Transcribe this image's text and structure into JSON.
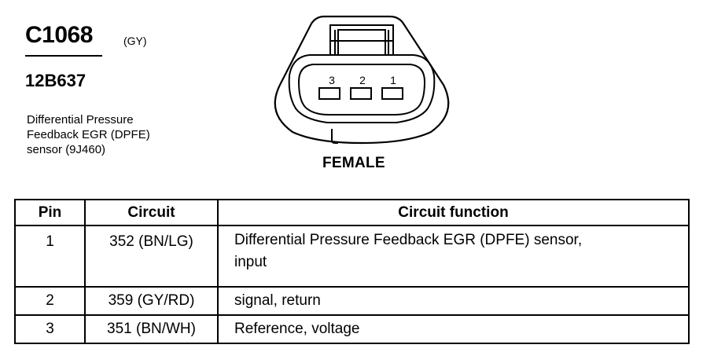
{
  "header": {
    "connector_id": "C1068",
    "connector_color": "(GY)",
    "part_number": "12B637",
    "description_lines": [
      "Differential Pressure",
      "Feedback EGR (DPFE)",
      "sensor (9J460)"
    ]
  },
  "diagram": {
    "pin_labels": [
      "3",
      "2",
      "1"
    ],
    "gender_label": "FEMALE"
  },
  "table": {
    "headers": {
      "pin": "Pin",
      "circuit": "Circuit",
      "function": "Circuit function"
    },
    "rows": [
      {
        "pin": "1",
        "circuit": "352 (BN/LG)",
        "function_lines": [
          "Differential Pressure Feedback EGR (DPFE) sensor,",
          "input"
        ]
      },
      {
        "pin": "2",
        "circuit": "359 (GY/RD)",
        "function_lines": [
          "signal, return"
        ]
      },
      {
        "pin": "3",
        "circuit": "351 (BN/WH)",
        "function_lines": [
          "Reference, voltage"
        ]
      }
    ]
  }
}
